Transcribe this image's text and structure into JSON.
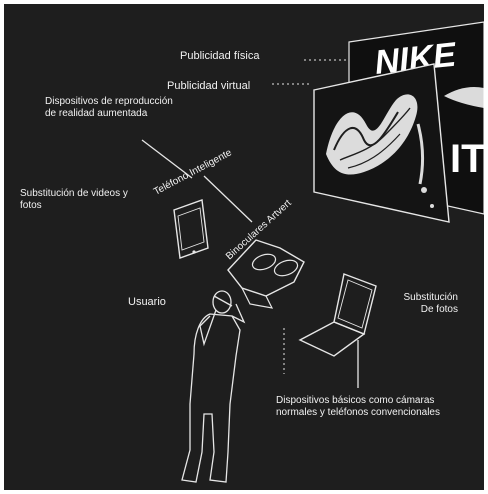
{
  "labels": {
    "physical_ad": "Publicidad física",
    "virtual_ad": "Publicidad virtual",
    "ar_devices": "Dispositivos de reproducción de realidad aumentada",
    "smartphone": "Teléfono Inteligente",
    "binoculars": "Binoculares Artvert",
    "video_photo_substitution": "Substitución de videos y fotos",
    "user": "Usuario",
    "photo_substitution_line1": "Substitución",
    "photo_substitution_line2": "De fotos",
    "basic_devices": "Dispositivos básicos como cámaras normales y teléfonos convencionales"
  },
  "billboard": {
    "brand_text_top": "NIKE",
    "brand_text_bottom": "IT"
  },
  "colors": {
    "background": "#1e1e1e",
    "line": "#e6e6e6",
    "text": "#f2f2f2"
  }
}
